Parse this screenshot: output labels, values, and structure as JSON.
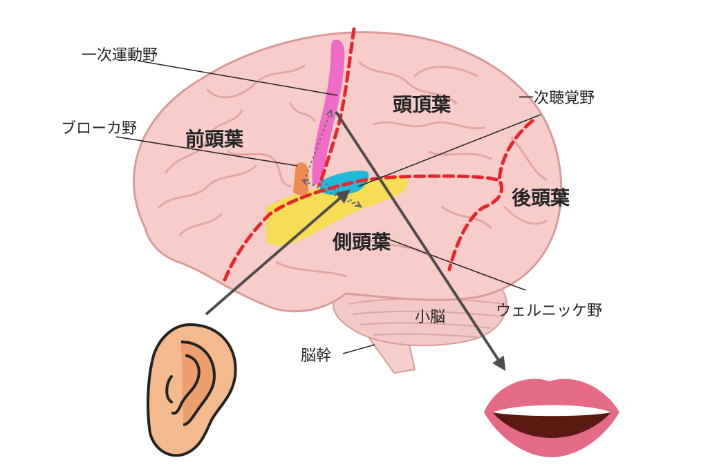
{
  "labels": {
    "primary_motor": "一次運動野",
    "broca": "ブローカ野",
    "frontal": "前頭葉",
    "parietal": "頭頂葉",
    "primary_auditory": "一次聴覚野",
    "occipital": "後頭葉",
    "temporal": "側頭葉",
    "cerebellum": "小脳",
    "wernicke": "ウェルニッケ野",
    "brainstem": "脳幹"
  },
  "colors": {
    "brain": "#f7cdca",
    "brain_outline": "#d99a97",
    "sulcus": "#e3a4a2",
    "motor_area": "#ee6bc6",
    "broca_area": "#f08a55",
    "auditory_area": "#22b8d8",
    "temporal_area": "#f7dc55",
    "divider": "#e8252b",
    "arrow": "#4d4d4d",
    "ear": "#f4b98c",
    "ear_outline": "#222222",
    "lips": "#e46a86",
    "mouth": "#5a1a12"
  }
}
